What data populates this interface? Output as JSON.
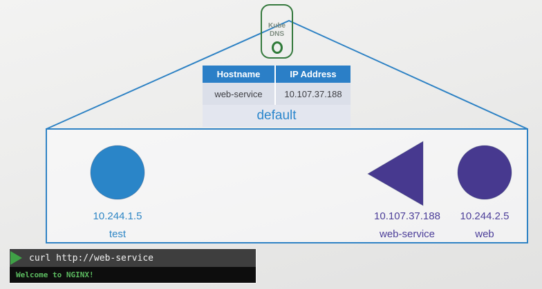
{
  "colors": {
    "line_blue": "#2e82c4",
    "pod_blue": "#2a85c8",
    "pod_purple": "#47398f",
    "label_blue": "#2e86c5",
    "label_purple": "#4c3e99",
    "table_header_blue": "#2b7fc7",
    "dns_green": "#35793d",
    "terminal_play_green": "#3fa046",
    "terminal_output_green": "#5cbb60"
  },
  "dns": {
    "line1": "Kube",
    "line2": "DNS"
  },
  "service_table": {
    "headers": [
      "Hostname",
      "IP Address"
    ],
    "rows": [
      {
        "hostname": "web-service",
        "ip": "10.107.37.188"
      }
    ],
    "namespace": "default"
  },
  "nodes": [
    {
      "name": "test",
      "ip": "10.244.1.5",
      "shape": "circle",
      "color": "#2a85c8"
    },
    {
      "name": "web-service",
      "ip": "10.107.37.188",
      "shape": "triangle",
      "color": "#47398f"
    },
    {
      "name": "web",
      "ip": "10.244.2.5",
      "shape": "circle",
      "color": "#47398f"
    }
  ],
  "terminal": {
    "command": "curl http://web-service",
    "output": "Welcome to NGINX!"
  }
}
